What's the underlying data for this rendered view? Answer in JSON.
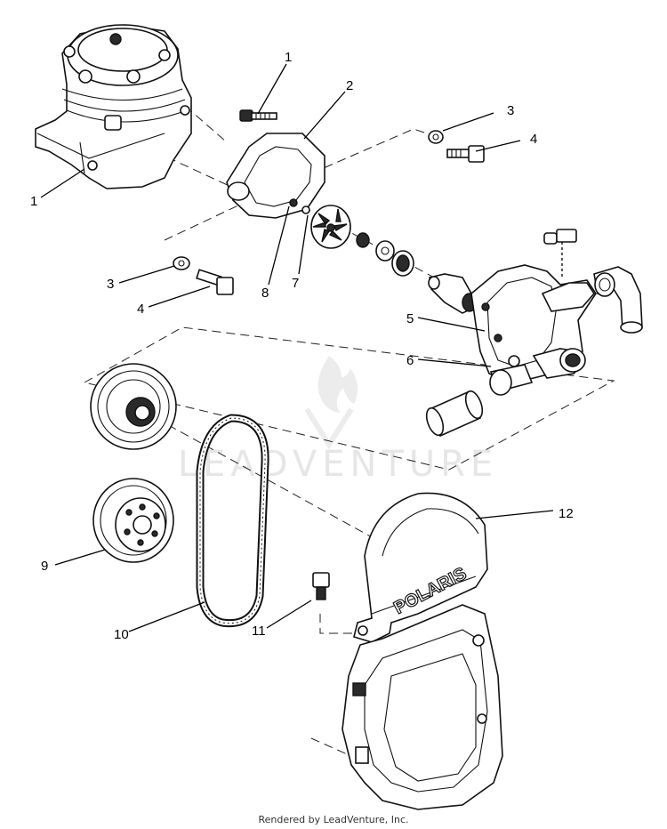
{
  "watermark": "LEADVENTURE",
  "footer": "Rendered by LeadVenture, Inc.",
  "polaris_logo_text": "POLARIS",
  "callouts": [
    "1",
    "1",
    "2",
    "3",
    "4",
    "3",
    "4",
    "5",
    "6",
    "7",
    "8",
    "9",
    "10",
    "11",
    "12"
  ]
}
